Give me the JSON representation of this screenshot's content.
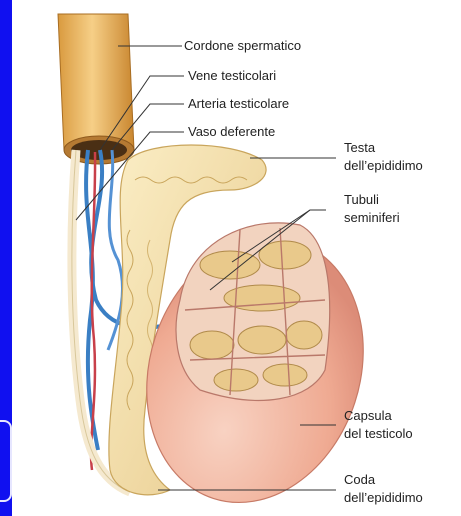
{
  "labels": {
    "cordone": "Cordone spermatico",
    "vene": "Vene testicolari",
    "arteria": "Arteria testicolare",
    "vaso": "Vaso deferente",
    "testa_1": "Testa",
    "testa_2": "dell’epididimo",
    "tubuli_1": "Tubuli",
    "tubuli_2": "seminiferi",
    "capsula_1": "Capsula",
    "capsula_2": "del testicolo",
    "coda_1": "Coda",
    "coda_2": "dell’epididimo"
  },
  "colors": {
    "frame": "#1010f0",
    "vein": "#3a7fc4",
    "artery": "#c8404a",
    "epididymis": "#f3e0a8",
    "testis": "#f0b7a0",
    "cord": "#e9b25a"
  }
}
